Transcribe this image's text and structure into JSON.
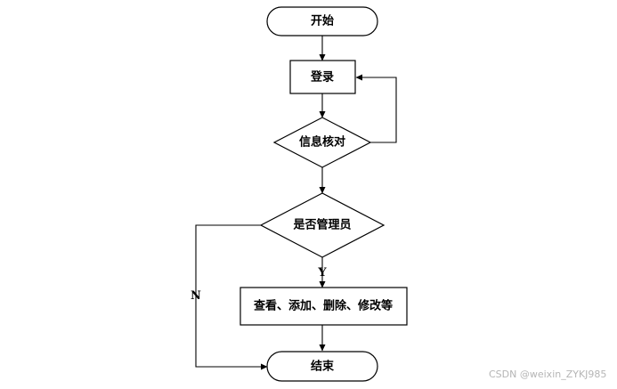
{
  "diagram": {
    "nodes": {
      "start": {
        "label": "开始"
      },
      "login": {
        "label": "登录"
      },
      "verify": {
        "label": "信息核对"
      },
      "is_admin": {
        "label": "是否管理员"
      },
      "actions": {
        "label": "查看、添加、删除、修改等"
      },
      "end": {
        "label": "结束"
      }
    },
    "edges": {
      "yes_label": "Y",
      "no_label": "N"
    }
  },
  "watermark": {
    "text": "CSDN @weixin_ZYKJ985"
  }
}
